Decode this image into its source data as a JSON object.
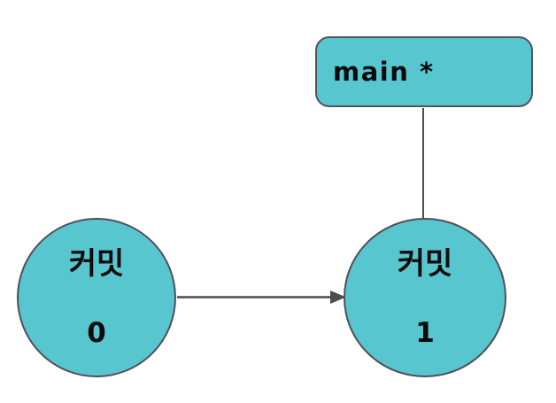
{
  "diagram": {
    "colors": {
      "background": "#FFFFFF",
      "node_fill": "#58C6CF",
      "node_border": "#4F4F5A",
      "connector": "#4D4D4D",
      "text": "#0B0B0B"
    },
    "branch_label": {
      "text": "main *"
    },
    "commits": [
      {
        "word": "커밋",
        "number": "0"
      },
      {
        "word": "커밋",
        "number": "1"
      }
    ],
    "edges": [
      {
        "from": "commit-0",
        "to": "commit-1",
        "style": "arrow"
      },
      {
        "from": "branch-label-main",
        "to": "commit-1",
        "style": "line"
      }
    ]
  }
}
